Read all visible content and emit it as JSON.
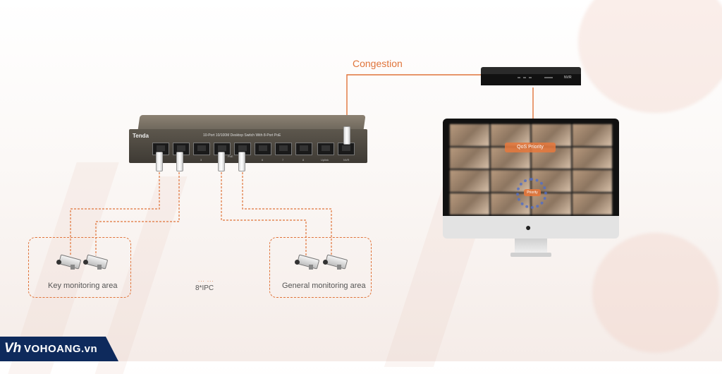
{
  "labels": {
    "congestion": "Congestion",
    "key_area": "Key monitoring area",
    "general_area": "General monitoring area",
    "ipc": "8*IPC",
    "ipc_dots": "... ..."
  },
  "switch": {
    "brand": "Tenda",
    "model": "10-Port 10/100M Desktop Switch With 8-Port PoE",
    "port_labels": [
      "1",
      "2",
      "3",
      "4",
      "5",
      "6",
      "7",
      "8",
      "Uplink",
      "NVR"
    ],
    "poe_label": "PoE"
  },
  "nvr": {
    "label": "NVR"
  },
  "monitor": {
    "qos": "QoS Priority",
    "center": "Priority"
  },
  "watermark": {
    "logo": "Vh",
    "text": "VOHOANG.vn"
  },
  "colors": {
    "accent": "#e0743a",
    "watermark": "#0e2a5c"
  }
}
